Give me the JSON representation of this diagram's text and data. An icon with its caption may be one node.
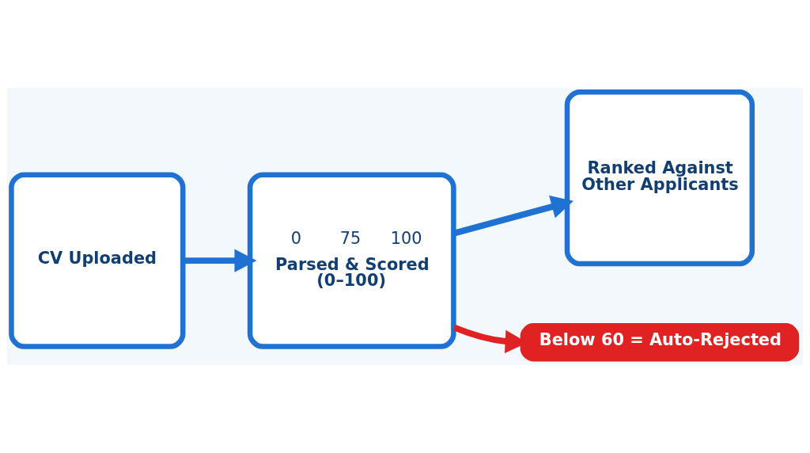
{
  "diagram": {
    "nodes": [
      {
        "text": [
          "CV Uploaded"
        ]
      },
      {
        "text": [
          "0",
          "75",
          "100",
          "Parsed & Scored (0–100)"
        ]
      },
      {
        "text": [
          "Ranked Against Other Applicants"
        ]
      },
      {
        "text": [
          "Below 60 = Auto-Rejected"
        ]
      }
    ],
    "edges": [
      {
        "from": 0,
        "to": 1,
        "arrow": "to"
      },
      {
        "from": 1,
        "to": 2,
        "arrow": "to"
      },
      {
        "from": 1,
        "to": 3,
        "arrow": "to",
        "color": "#e02222"
      }
    ]
  }
}
